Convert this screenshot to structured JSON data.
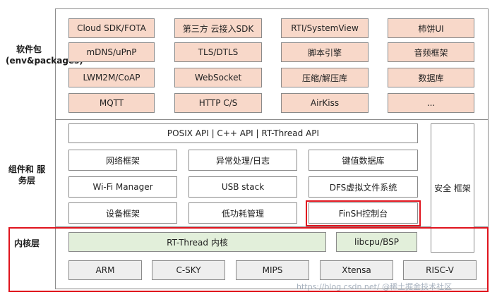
{
  "layers": {
    "packages": {
      "label": "软件包 (env&packages)",
      "items": [
        "Cloud SDK/FOTA",
        "第三方 云接入SDK",
        "RTI/SystemView",
        "柿饼UI",
        "mDNS/uPnP",
        "TLS/DTLS",
        "脚本引擎",
        "音频框架",
        "LWM2M/CoAP",
        "WebSocket",
        "压缩/解压库",
        "数据库",
        "MQTT",
        "HTTP C/S",
        "AirKiss",
        "..."
      ]
    },
    "components": {
      "label": "组件和 服务层",
      "api_bar": "POSIX API  |  C++ API  |  RT-Thread API",
      "items": [
        "网络框架",
        "异常处理/日志",
        "键值数据库",
        "Wi-Fi Manager",
        "USB stack",
        "DFS虚拟文件系统",
        "设备框架",
        "低功耗管理",
        "FinSH控制台"
      ],
      "security": "安全 框架"
    },
    "kernel": {
      "label": "内核层",
      "core": "RT-Thread  内核",
      "libcpu": "libcpu/BSP",
      "arch": [
        "ARM",
        "C-SKY",
        "MIPS",
        "Xtensa",
        "RISC-V"
      ]
    }
  },
  "colors": {
    "package_fill": "#f8d8c9",
    "kernel_fill": "#e2efda",
    "arch_fill": "#eeeeee",
    "highlight": "#e0141e"
  },
  "watermark": "https://blog.csdn.net/  @稀土掘金技术社区"
}
